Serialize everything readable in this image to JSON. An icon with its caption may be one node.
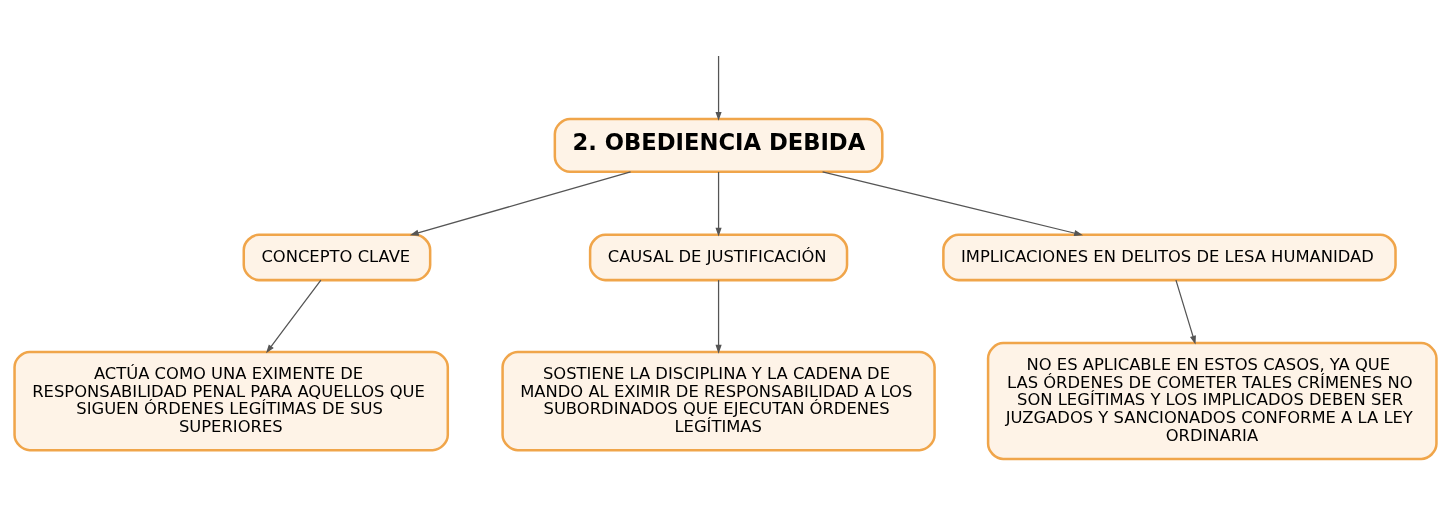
{
  "diagram": {
    "nodes": [
      {
        "text": [
          "2. OBEDIENCIA DEBIDA"
        ]
      },
      {
        "text": [
          "CONCEPTO CLAVE"
        ]
      },
      {
        "text": [
          "CAUSAL DE JUSTIFICACIÓN"
        ]
      },
      {
        "text": [
          "IMPLICACIONES EN DELITOS DE LESA HUMANIDAD"
        ]
      },
      {
        "text": [
          "ACTÚA COMO UNA EXIMENTE DE RESPONSABILIDAD PENAL PARA AQUELLOS QUE SIGUEN ÓRDENES LEGÍTIMAS DE SUS SUPERIORES"
        ]
      },
      {
        "text": [
          "SOSTIENE LA DISCIPLINA Y LA CADENA DE MANDO AL EXIMIR DE RESPONSABILIDAD A LOS SUBORDINADOS QUE EJECUTAN ÓRDENES LEGÍTIMAS"
        ]
      },
      {
        "text": [
          "NO ES APLICABLE EN ESTOS CASOS, YA QUE LAS ÓRDENES DE COMETER TALES CRÍMENES NO SON LEGÍTIMAS Y LOS IMPLICADOS DEBEN SER JUZGADOS Y SANCIONADOS CONFORME A LA LEY ORDINARIA"
        ]
      }
    ],
    "edges": [
      {
        "from": null,
        "to": 0,
        "arrow": "to"
      },
      {
        "from": 0,
        "to": 1,
        "arrow": "to"
      },
      {
        "from": 0,
        "to": 2,
        "arrow": "to"
      },
      {
        "from": 0,
        "to": 3,
        "arrow": "to"
      },
      {
        "from": 1,
        "to": 4,
        "arrow": "to"
      },
      {
        "from": 2,
        "to": 5,
        "arrow": "to"
      },
      {
        "from": 3,
        "to": 6,
        "arrow": "to"
      }
    ]
  }
}
